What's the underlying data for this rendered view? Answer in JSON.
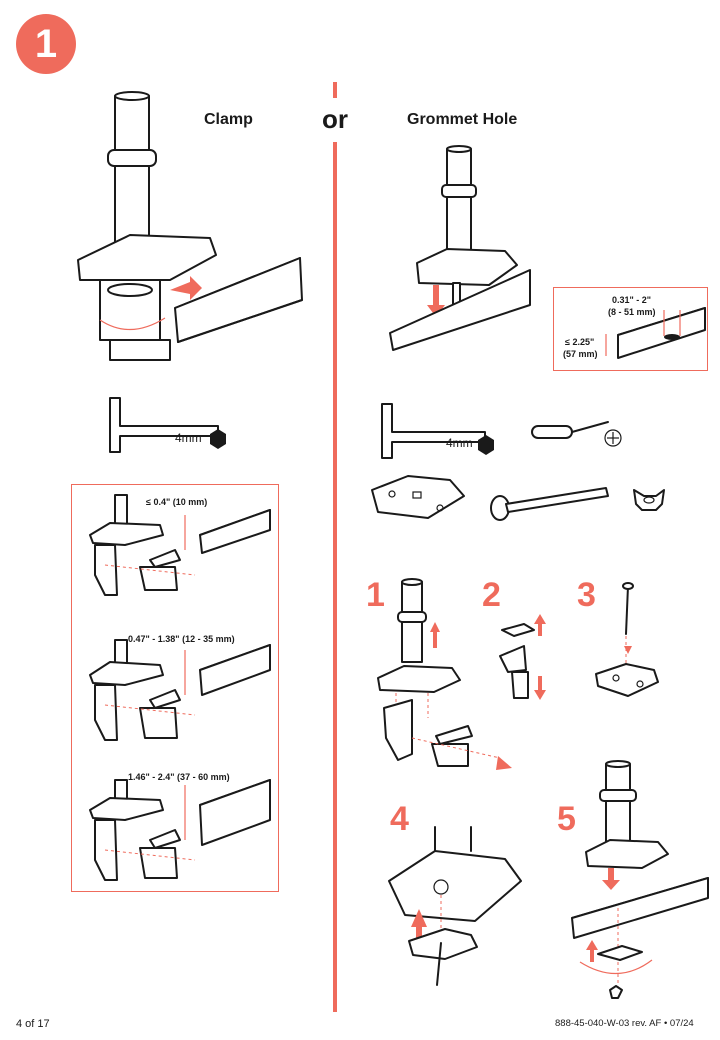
{
  "step_badge": "1",
  "headers": {
    "clamp": "Clamp",
    "or": "or",
    "grommet": "Grommet Hole"
  },
  "tools": {
    "clamp_key": "4mm",
    "grommet_key": "4mm"
  },
  "clamp_ranges": [
    "≤ 0.4\" (10 mm)",
    "0.47\" - 1.38\" (12 - 35 mm)",
    "1.46\" - 2.4\" (37 - 60 mm)"
  ],
  "grommet_specs": {
    "hole_diameter": "0.31\" - 2\"",
    "hole_diameter_mm": "(8 - 51 mm)",
    "thickness": "≤ 2.25\"",
    "thickness_mm": "(57 mm)"
  },
  "steps": [
    "1",
    "2",
    "3",
    "4",
    "5"
  ],
  "footer": {
    "page": "4 of 17",
    "doc_id": "888-45-040-W-03 rev. AF • 07/24"
  },
  "colors": {
    "accent": "#ef6b5c",
    "ink": "#1a1a1a"
  }
}
